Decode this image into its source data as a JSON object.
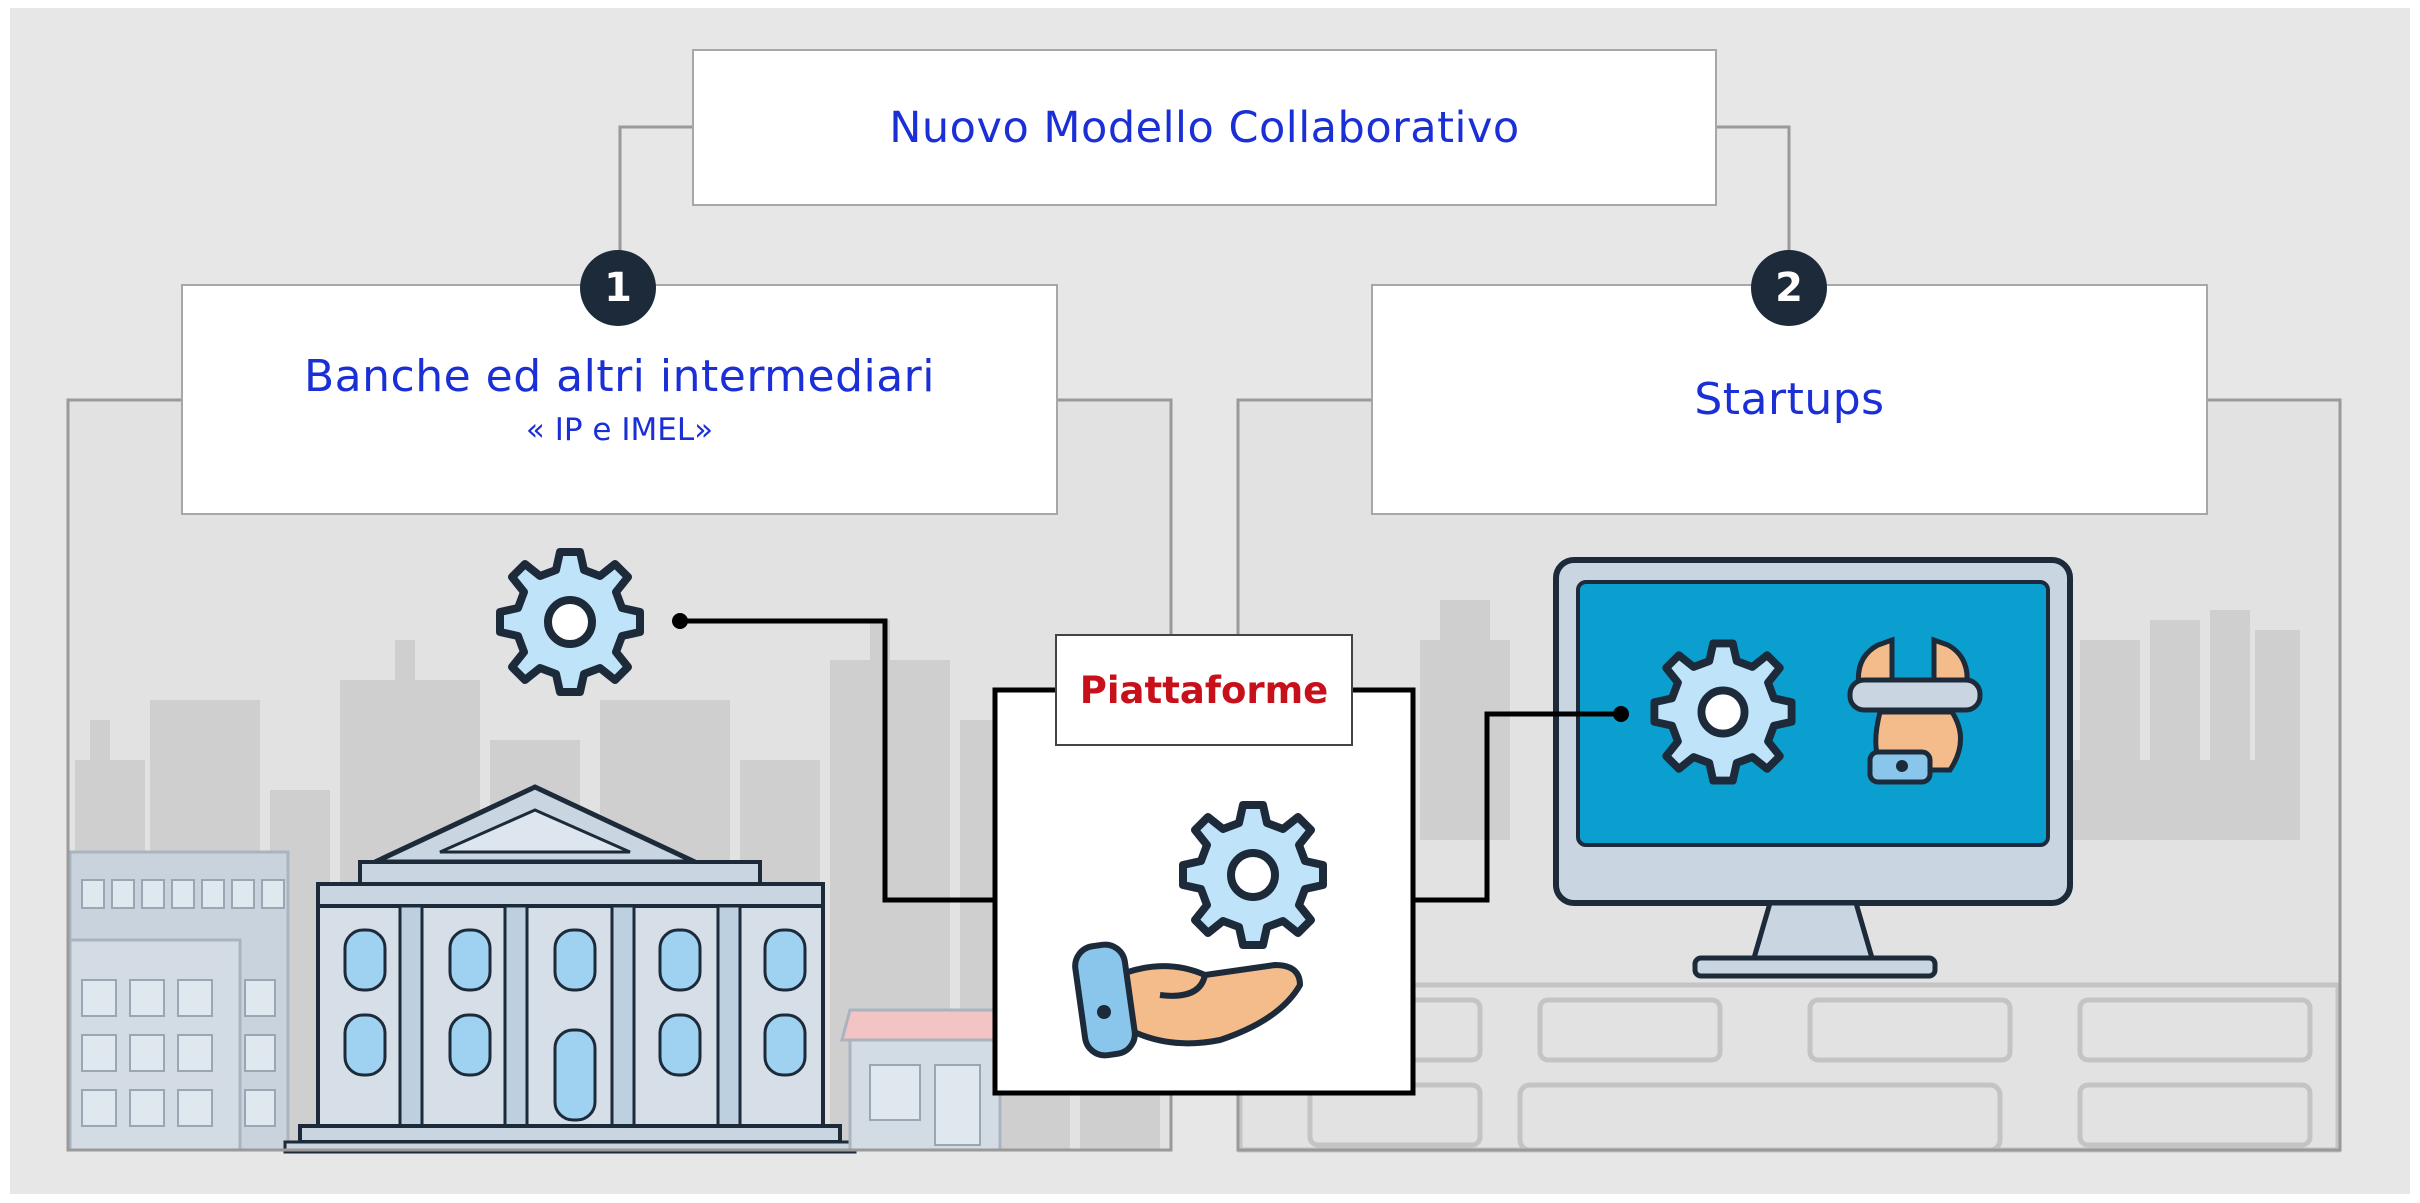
{
  "title": "Nuovo Modello Collaborativo",
  "left": {
    "number": "1",
    "title": "Banche ed altri intermediari",
    "subtitle": "« IP e IMEL»"
  },
  "right": {
    "number": "2",
    "title": "Startups"
  },
  "center": {
    "label": "Piattaforme"
  },
  "colors": {
    "accent_text": "#1a2fd6",
    "platform_label": "#c8101a",
    "badge": "#1c2a3a",
    "background": "#e7e7e7",
    "screen": "#0b9fd0"
  },
  "icons": [
    "gear-icon",
    "bank-building-icon",
    "city-skyline-icon",
    "shop-icon",
    "hand-gear-icon",
    "computer-monitor-icon",
    "wrench-hand-icon"
  ]
}
